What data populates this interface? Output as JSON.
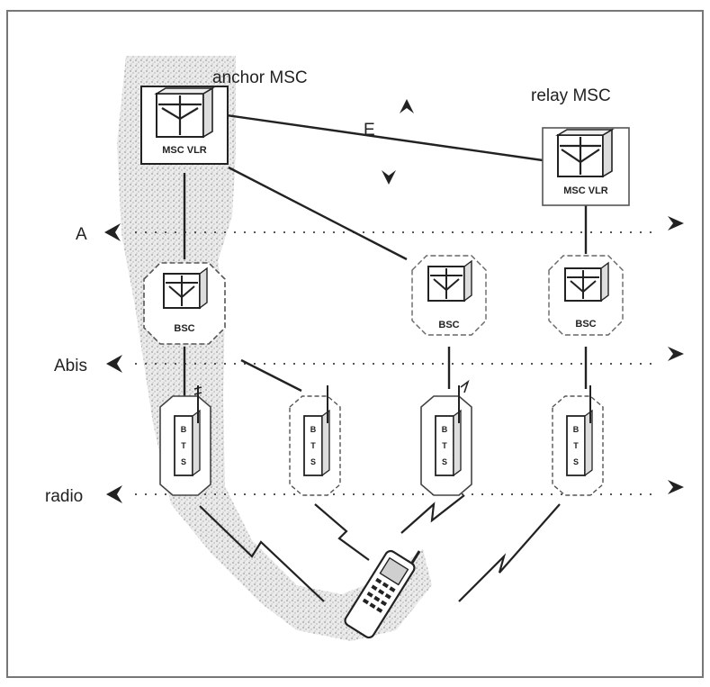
{
  "labels": {
    "anchor_msc": "anchor MSC",
    "relay_msc": "relay MSC",
    "e_interface": "E",
    "a_interface": "A",
    "abis_interface": "Abis",
    "radio_interface": "radio",
    "msc_vlr_anchor": "MSC VLR",
    "msc_vlr_relay": "MSC VLR",
    "bsc_1": "BSC",
    "bsc_2": "BSC",
    "bsc_3": "BSC",
    "bts_1": "BTS",
    "bts_2": "BTS",
    "bts_3": "BTS",
    "bts_4": "BTS"
  },
  "colors": {
    "ink": "#222222",
    "shade": "#b8b8b8",
    "frame": "#777777"
  }
}
